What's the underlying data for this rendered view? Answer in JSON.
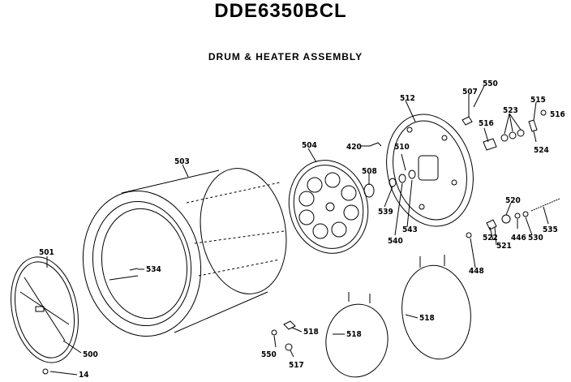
{
  "header": {
    "model": "DDE6350BCL",
    "title": "DRUM & HEATER ASSEMBLY"
  },
  "parts": [
    {
      "id": "p512",
      "label": "512"
    },
    {
      "id": "p507",
      "label": "507"
    },
    {
      "id": "p550a",
      "label": "550"
    },
    {
      "id": "p515",
      "label": "515"
    },
    {
      "id": "p516a",
      "label": "516"
    },
    {
      "id": "p523",
      "label": "523"
    },
    {
      "id": "p516b",
      "label": "516"
    },
    {
      "id": "p524",
      "label": "524"
    },
    {
      "id": "p504",
      "label": "504"
    },
    {
      "id": "p420",
      "label": "420"
    },
    {
      "id": "p510",
      "label": "510"
    },
    {
      "id": "p503",
      "label": "503"
    },
    {
      "id": "p508",
      "label": "508"
    },
    {
      "id": "p539",
      "label": "539"
    },
    {
      "id": "p540",
      "label": "540"
    },
    {
      "id": "p543",
      "label": "543"
    },
    {
      "id": "p520",
      "label": "520"
    },
    {
      "id": "p446a",
      "label": "446"
    },
    {
      "id": "p530",
      "label": "530"
    },
    {
      "id": "p535",
      "label": "535"
    },
    {
      "id": "p522",
      "label": "522"
    },
    {
      "id": "p521",
      "label": "521"
    },
    {
      "id": "p448",
      "label": "448"
    },
    {
      "id": "p501",
      "label": "501"
    },
    {
      "id": "p534",
      "label": "534"
    },
    {
      "id": "p518a",
      "label": "518"
    },
    {
      "id": "p518b",
      "label": "518"
    },
    {
      "id": "p518c",
      "label": "518"
    },
    {
      "id": "p500",
      "label": "500"
    },
    {
      "id": "p550b",
      "label": "550"
    },
    {
      "id": "p517",
      "label": "517"
    },
    {
      "id": "p14",
      "label": "14"
    }
  ]
}
